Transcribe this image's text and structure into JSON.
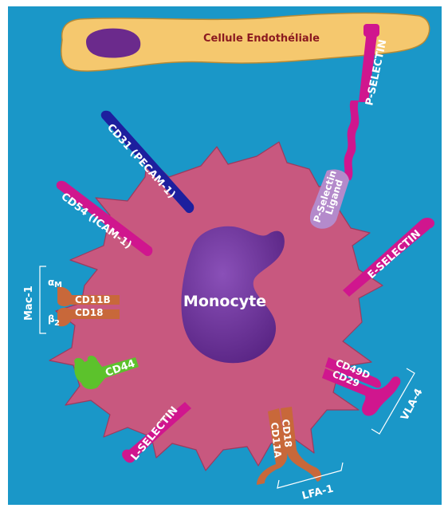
{
  "colors": {
    "background": "#1a97c8",
    "endothelial_cell": "#f5c86e",
    "endothelial_nucleus": "#6b2a8c",
    "monocyte_body": "#c8587f",
    "monocyte_nucleus": "#6a3296",
    "blue_molecule": "#1d1f9e",
    "magenta_molecule": "#d0168e",
    "orange_molecule": "#c8683a",
    "green_molecule": "#5cc22c",
    "lavender_ligand": "#b48acb",
    "label_dark_red": "#8b1a20"
  },
  "labels": {
    "endothelial_cell": "Cellule Endothéliale",
    "monocyte": "Monocyte",
    "p_selectin": "P-SELECTIN",
    "p_selectin_ligand_line1": "P-Selectin",
    "p_selectin_ligand_line2": "Ligand",
    "cd31": "CD31 (PECAM-1)",
    "cd54": "CD54 (ICAM-1)",
    "e_selectin": "E-SELECTIN",
    "mac1": "Mac-1",
    "alpha_m_greek": "α",
    "alpha_m_sub": "M",
    "beta2_greek": "β",
    "beta2_sub": "2",
    "cd11b": "CD11B",
    "cd18_mac": "CD18",
    "cd44": "CD44",
    "cd49d": "CD49D",
    "cd29": "CD29",
    "vla4": "VLA-4",
    "l_selectin": "L-SELECTIN",
    "cd18_lfa": "CD18",
    "cd11a": "CD11A",
    "lfa1": "LFA-1"
  }
}
